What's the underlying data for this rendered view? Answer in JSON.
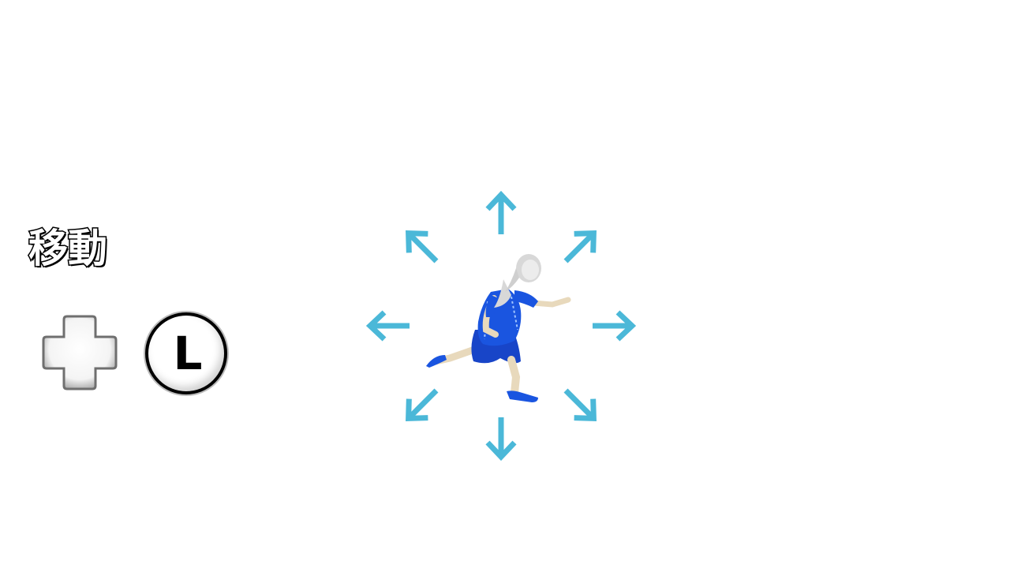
{
  "title": "移動",
  "controls": {
    "dpad_icon": "dpad-icon",
    "stick_label": "L"
  },
  "arrows": [
    "up",
    "up-right",
    "right",
    "down-right",
    "down",
    "down-left",
    "left",
    "up-left"
  ],
  "colors": {
    "arrow": "#4bb8d8",
    "jersey": "#1a55e0",
    "skin": "#e8d9bc",
    "hair": "#d8d8d8",
    "outline": "#000000"
  }
}
